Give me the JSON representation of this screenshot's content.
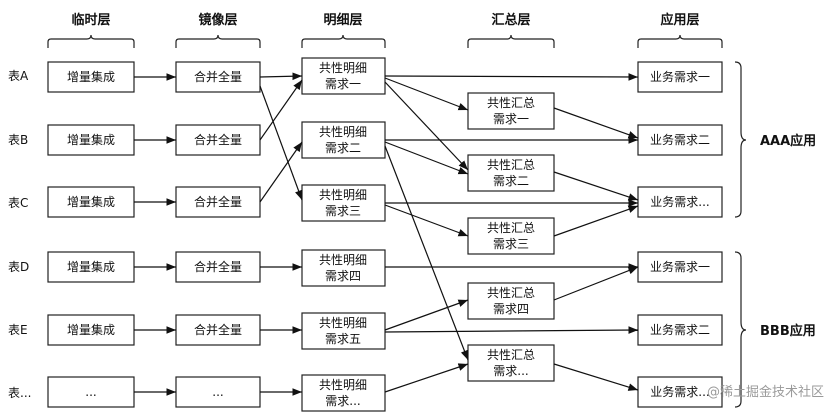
{
  "layers": [
    "临时层",
    "镜像层",
    "明细层",
    "汇总层",
    "应用层"
  ],
  "rows": [
    {
      "source": "表A",
      "temp": "增量集成",
      "mirror": "合并全量",
      "detail": [
        "共性明细",
        "需求一"
      ],
      "app": "业务需求一"
    },
    {
      "source": "表B",
      "temp": "增量集成",
      "mirror": "合并全量",
      "detail": [
        "共性明细",
        "需求二"
      ],
      "app": "业务需求二"
    },
    {
      "source": "表C",
      "temp": "增量集成",
      "mirror": "合并全量",
      "detail": [
        "共性明细",
        "需求三"
      ],
      "app": "业务需求..."
    },
    {
      "source": "表D",
      "temp": "增量集成",
      "mirror": "合并全量",
      "detail": [
        "共性明细",
        "需求四"
      ],
      "app": "业务需求一"
    },
    {
      "source": "表E",
      "temp": "增量集成",
      "mirror": "合并全量",
      "detail": [
        "共性明细",
        "需求五"
      ],
      "app": "业务需求二"
    },
    {
      "source": "表...",
      "temp": "...",
      "mirror": "...",
      "detail": [
        "共性明细",
        "需求..."
      ],
      "app": "业务需求..."
    }
  ],
  "summaries": [
    [
      "共性汇总",
      "需求一"
    ],
    [
      "共性汇总",
      "需求二"
    ],
    [
      "共性汇总",
      "需求三"
    ],
    [
      "共性汇总",
      "需求四"
    ],
    [
      "共性汇总",
      "需求..."
    ]
  ],
  "groups": [
    "AAA应用",
    "BBB应用"
  ],
  "watermark": "@稀土掘金技术社区"
}
